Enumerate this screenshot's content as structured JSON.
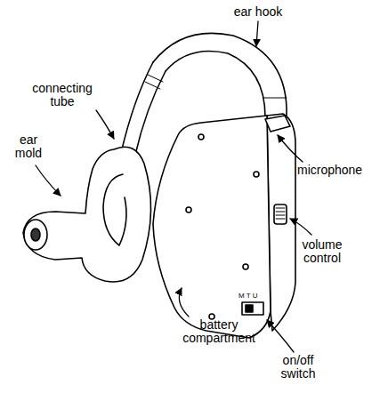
{
  "diagram": {
    "labels": [
      "ear hook",
      "connecting tube",
      "ear mold",
      "microphone",
      "volume control",
      "battery compartment",
      "on/off switch",
      "M T U"
    ]
  }
}
